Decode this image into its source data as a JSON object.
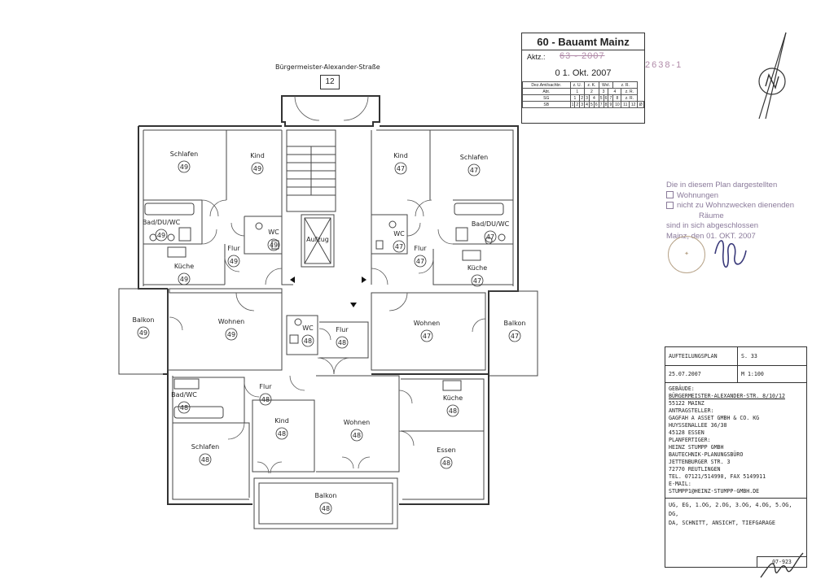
{
  "street": {
    "name": "Bürgermeister-Alexander-Straße",
    "house_number": "12"
  },
  "stamp": {
    "title": "60 - Bauamt Mainz",
    "aktz_label": "Aktz.:",
    "aktz_value": "63 - 2007",
    "aktz_value2": "2638-1",
    "date": "0 1. Okt. 2007",
    "table": {
      "header": [
        "Dez.Amt/sachbr.",
        "z. U.",
        "z. K.",
        "Wvl.",
        "z. R."
      ],
      "rows": [
        [
          "Abt.",
          "1",
          "2",
          "3",
          "4",
          "z. R."
        ],
        [
          "SG",
          "1",
          "2",
          "3",
          "4",
          "5",
          "6",
          "7",
          "8",
          "z. R."
        ],
        [
          "SB",
          "1",
          "2",
          "3",
          "4",
          "5",
          "6",
          "7",
          "8",
          "9",
          "10",
          "11",
          "12",
          "Ø"
        ]
      ]
    }
  },
  "permit_note": {
    "line1": "Die in diesem Plan dargestellten",
    "opt1": "Wohnungen",
    "opt2": "nicht zu Wohnzwecken dienenden",
    "line_raeume": "Räume",
    "line3": "sind in sich abgeschlossen",
    "line4": "Mainz, den 01. OKT. 2007"
  },
  "rooms": [
    {
      "label": "Schlafen",
      "num": "49"
    },
    {
      "label": "Kind",
      "num": "49"
    },
    {
      "label": "Bad/DU/WC",
      "num": "49"
    },
    {
      "label": "WC",
      "num": "49"
    },
    {
      "label": "Flur",
      "num": "49"
    },
    {
      "label": "Küche",
      "num": "49"
    },
    {
      "label": "Wohnen",
      "num": "49"
    },
    {
      "label": "Balkon",
      "num": "49"
    },
    {
      "label": "Aufzug",
      "num": ""
    },
    {
      "label": "Kind",
      "num": "47"
    },
    {
      "label": "Schlafen",
      "num": "47"
    },
    {
      "label": "WC",
      "num": "47"
    },
    {
      "label": "Bad/DU/WC",
      "num": "47"
    },
    {
      "label": "Flur",
      "num": "47"
    },
    {
      "label": "Küche",
      "num": "47"
    },
    {
      "label": "Wohnen",
      "num": "47"
    },
    {
      "label": "Balkon",
      "num": "47"
    },
    {
      "label": "WC",
      "num": "48"
    },
    {
      "label": "Flur",
      "num": "48"
    },
    {
      "label": "Bad/WC",
      "num": "48"
    },
    {
      "label": "Flur",
      "num": "48"
    },
    {
      "label": "Kind",
      "num": "48"
    },
    {
      "label": "Wohnen",
      "num": "48"
    },
    {
      "label": "Küche",
      "num": "48"
    },
    {
      "label": "Schlafen",
      "num": "48"
    },
    {
      "label": "Essen",
      "num": "48"
    },
    {
      "label": "Balkon",
      "num": "48"
    }
  ],
  "title_block": {
    "plan_type": "AUFTEILUNGSPLAN",
    "sheet": "S. 33",
    "date": "25.07.2007",
    "scale": "M 1:100",
    "gebaeude_label": "GEBÄUDE:",
    "gebaeude_line1": "BÜRGERMEISTER-ALEXANDER-STR. 8/10/12",
    "gebaeude_line2": "55122 MAINZ",
    "antrag_label": "ANTRAGSTELLER:",
    "antrag_line1": "GAGFAH A ASSET GMBH & CO. KG",
    "antrag_line2": "HUYSSENALLEE 36/38",
    "antrag_line3": "45128 ESSEN",
    "planfertiger_label": "PLANFERTIGER:",
    "pf_line1": "HEINZ STUMPP GMBH",
    "pf_line2": "BAUTECHNIK-PLANUNGSBÜRO",
    "pf_line3": "JETTENBURGER STR. 3",
    "pf_line4": "72770 REUTLINGEN",
    "pf_line5": "TEL. 07121/514990, FAX 5149911",
    "pf_line6": "E-MAIL:",
    "pf_line7": "STUMPP1@HEINZ-STUMPP-GMBH.DE",
    "sheets_line1": "UG, EG, 1.OG, 2.OG, 3.OG, 4.OG, 5.OG, DG,",
    "sheets_line2": "DA, SCHNITT, ANSICHT, TIEFGARAGE",
    "drawing_number": "07-923"
  }
}
